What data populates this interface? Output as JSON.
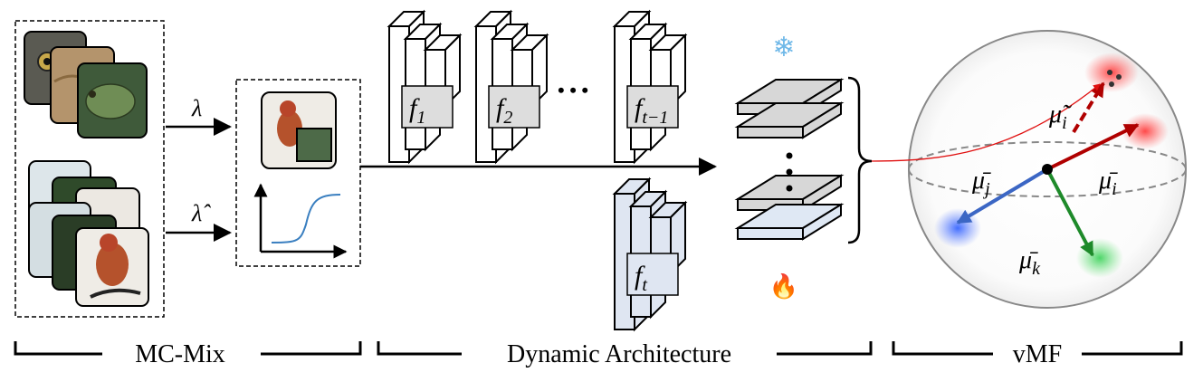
{
  "sections": {
    "mcmix": "MC-Mix",
    "dynamic": "Dynamic Architecture",
    "vmf": "vMF"
  },
  "mix": {
    "lambda": "λ",
    "lambda_hat": "λ̂"
  },
  "extractors": {
    "f1": {
      "base": "f",
      "sub": "1"
    },
    "f2": {
      "base": "f",
      "sub": "2"
    },
    "fprev": {
      "base": "f",
      "sub": "t−1"
    },
    "ft": {
      "base": "f",
      "sub": "t"
    },
    "ellipsis": "• • •"
  },
  "features": {
    "frozen_icon": "❄",
    "trainable_icon": "🔥"
  },
  "sphere": {
    "mu_tilde_i": {
      "base": "μ̃",
      "sub": "i"
    },
    "mu_bar_j": {
      "base": "μ̄",
      "sub": "j"
    },
    "mu_bar_i": {
      "base": "μ̄",
      "sub": "i"
    },
    "mu_bar_k": {
      "base": "μ̄",
      "sub": "k"
    }
  },
  "colors": {
    "frozen_block": "#ffffff",
    "new_block": "#dfe6f2",
    "layer_gray": "#d7d7d7",
    "layer_blue": "#dfe8f4",
    "red": "#b00000",
    "blue": "#3b66c4",
    "green": "#1e8a2a",
    "curve": "#3a7fc0"
  }
}
